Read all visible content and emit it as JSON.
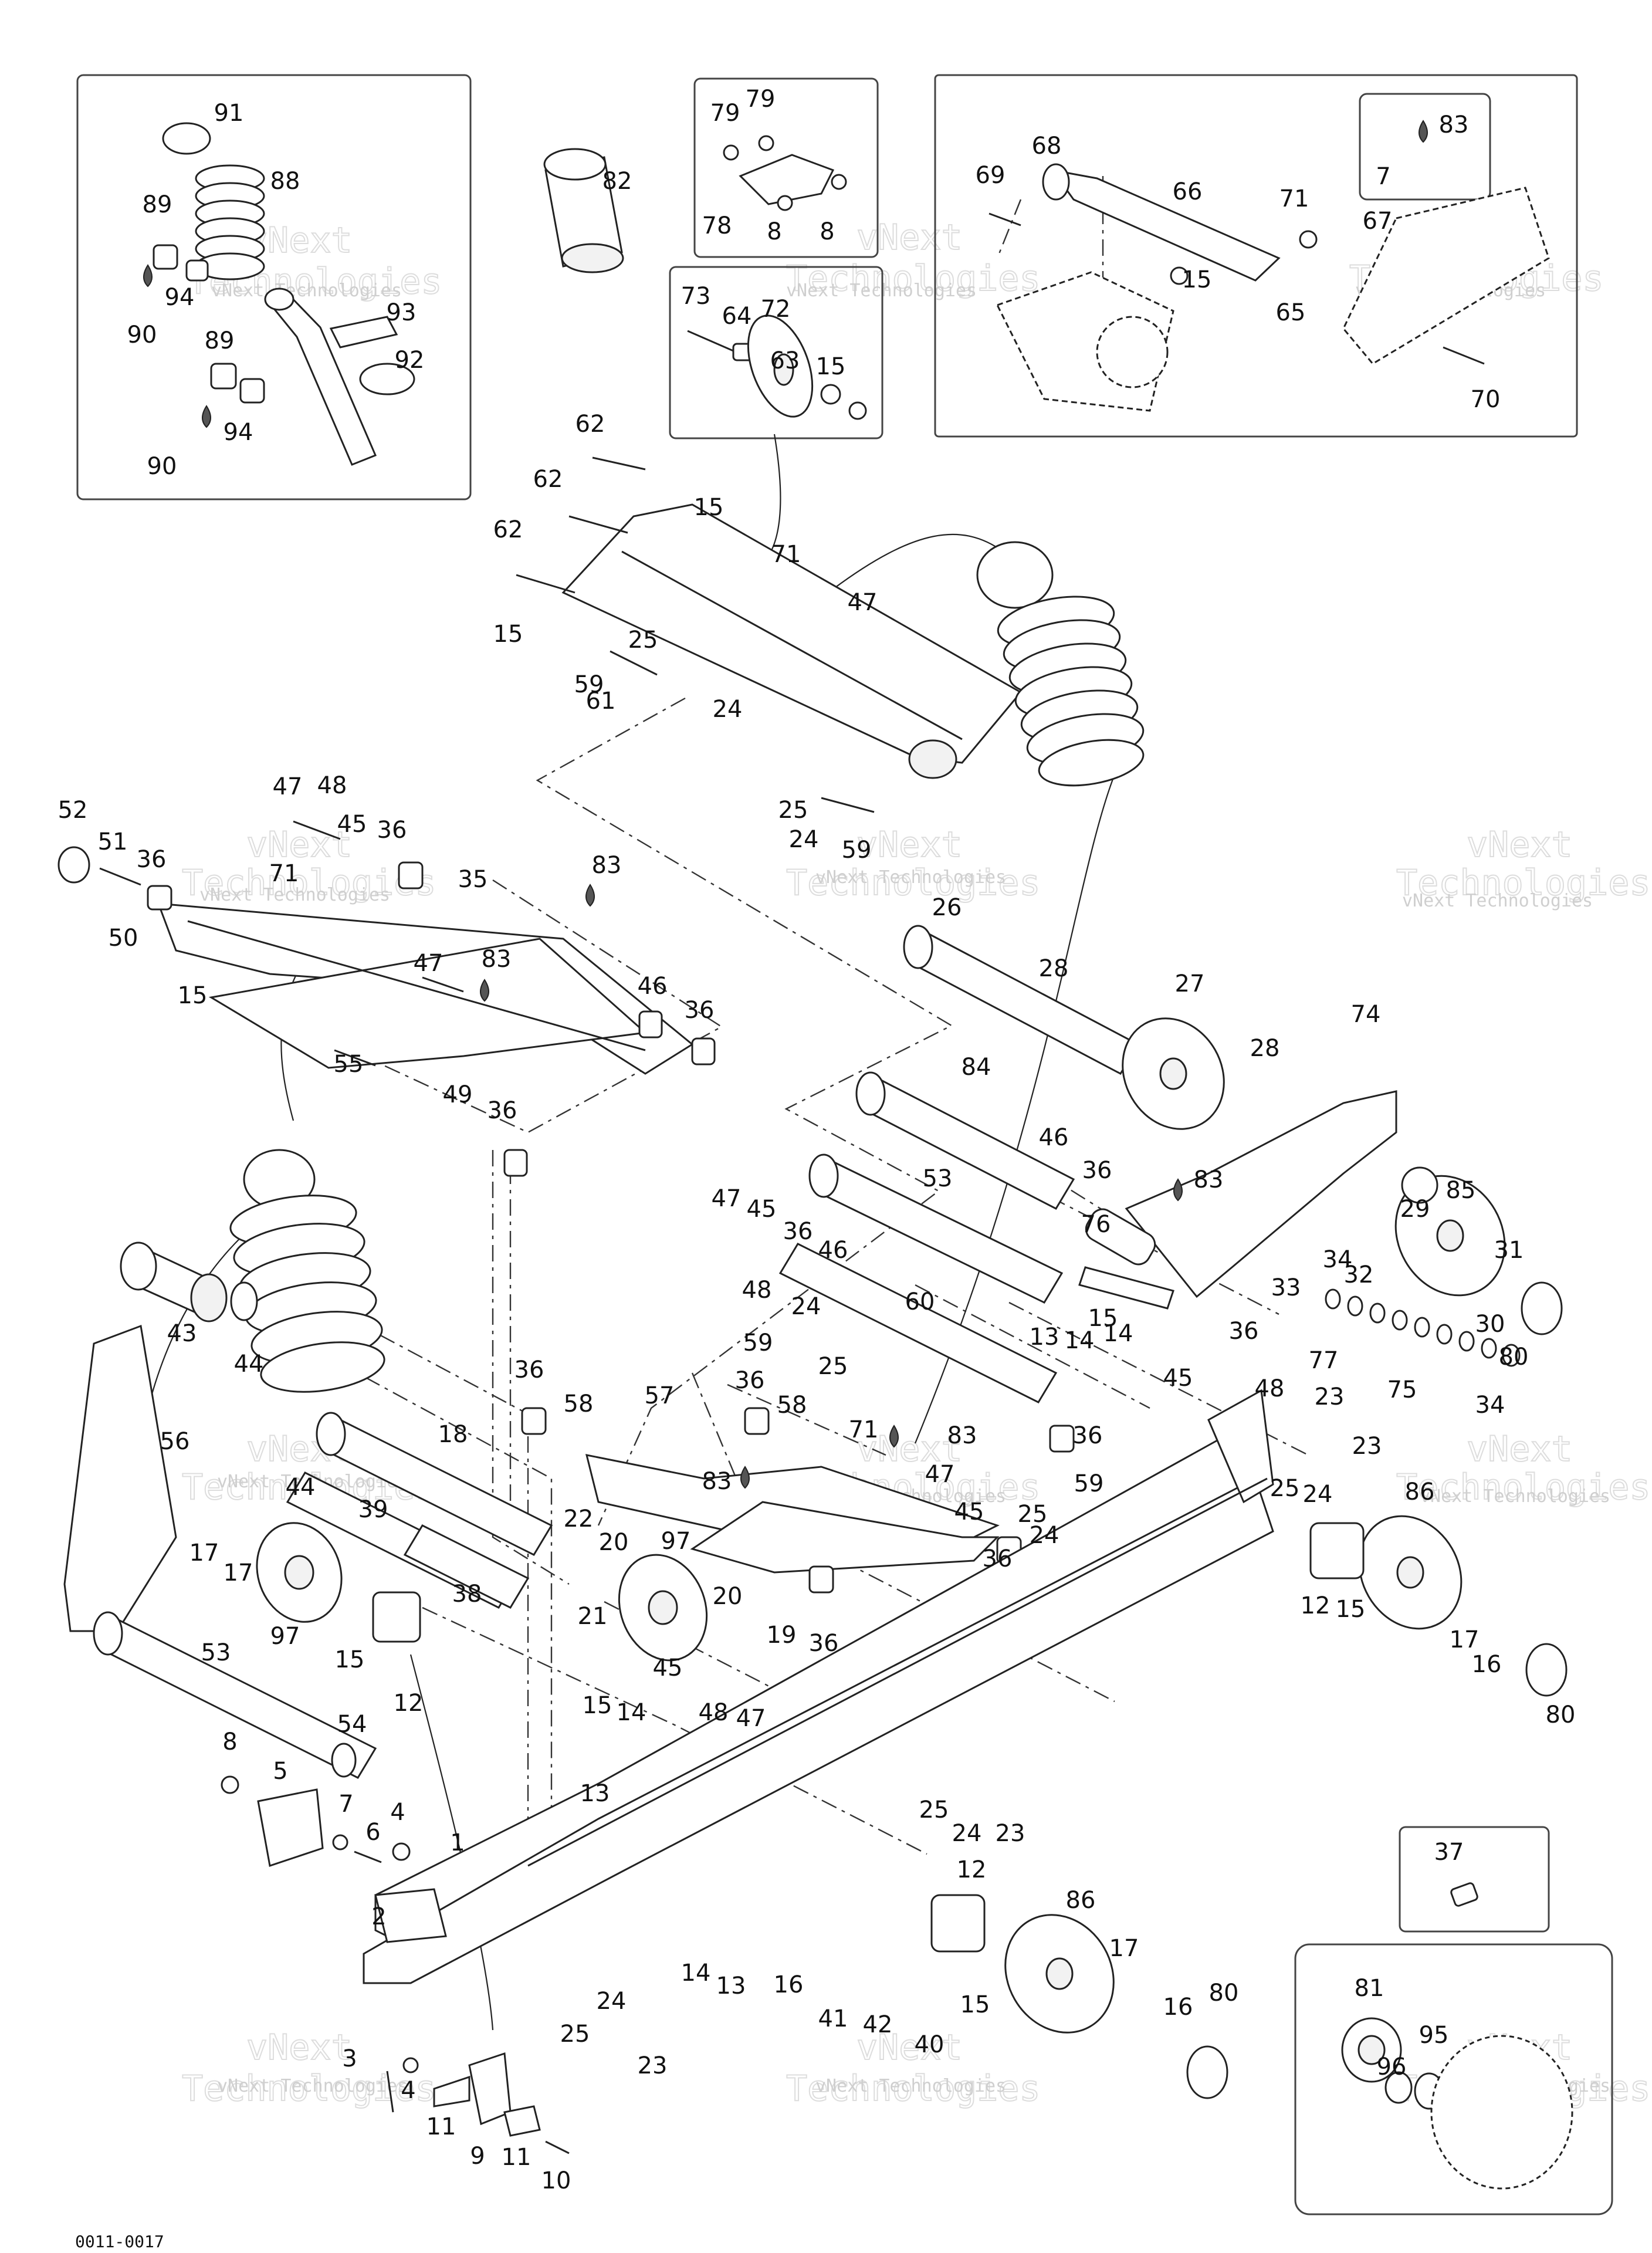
{
  "watermark": {
    "line1": "vNext",
    "line2": "Technologies",
    "full": "vNext Technologies"
  },
  "diagram_code": "0011-0017",
  "labels": [
    "91",
    "88",
    "89",
    "90",
    "94",
    "93",
    "89",
    "92",
    "94",
    "90",
    "82",
    "79",
    "79",
    "78",
    "8",
    "8",
    "73",
    "64",
    "72",
    "63",
    "15",
    "69",
    "68",
    "66",
    "71",
    "83",
    "7",
    "67",
    "15",
    "65",
    "70",
    "62",
    "62",
    "15",
    "62",
    "71",
    "47",
    "15",
    "25",
    "59",
    "24",
    "61",
    "25",
    "24",
    "59",
    "52",
    "51",
    "50",
    "36",
    "47",
    "48",
    "45",
    "36",
    "71",
    "35",
    "83",
    "15",
    "47",
    "83",
    "46",
    "36",
    "55",
    "49",
    "36",
    "26",
    "28",
    "27",
    "28",
    "74",
    "85",
    "29",
    "31",
    "30",
    "80",
    "84",
    "46",
    "36",
    "83",
    "53",
    "76",
    "34",
    "32",
    "33",
    "36",
    "77",
    "75",
    "34",
    "47",
    "45",
    "36",
    "46",
    "48",
    "24",
    "59",
    "25",
    "60",
    "13",
    "14",
    "15",
    "14",
    "45",
    "36",
    "58",
    "57",
    "36",
    "58",
    "71",
    "83",
    "83",
    "47",
    "45",
    "36",
    "59",
    "25",
    "24",
    "36",
    "48",
    "23",
    "23",
    "25",
    "24",
    "86",
    "12",
    "15",
    "17",
    "16",
    "80",
    "43",
    "44",
    "56",
    "18",
    "44",
    "39",
    "17",
    "17",
    "97",
    "38",
    "22",
    "20",
    "21",
    "97",
    "20",
    "19",
    "36",
    "15",
    "12",
    "53",
    "45",
    "15",
    "14",
    "48",
    "47",
    "13",
    "8",
    "5",
    "54",
    "7",
    "6",
    "4",
    "1",
    "2",
    "3",
    "4",
    "11",
    "9",
    "11",
    "10",
    "25",
    "24",
    "23",
    "12",
    "86",
    "17",
    "16",
    "80",
    "14",
    "13",
    "16",
    "41",
    "42",
    "40",
    "15",
    "25",
    "24",
    "23",
    "37",
    "81",
    "95",
    "96"
  ]
}
